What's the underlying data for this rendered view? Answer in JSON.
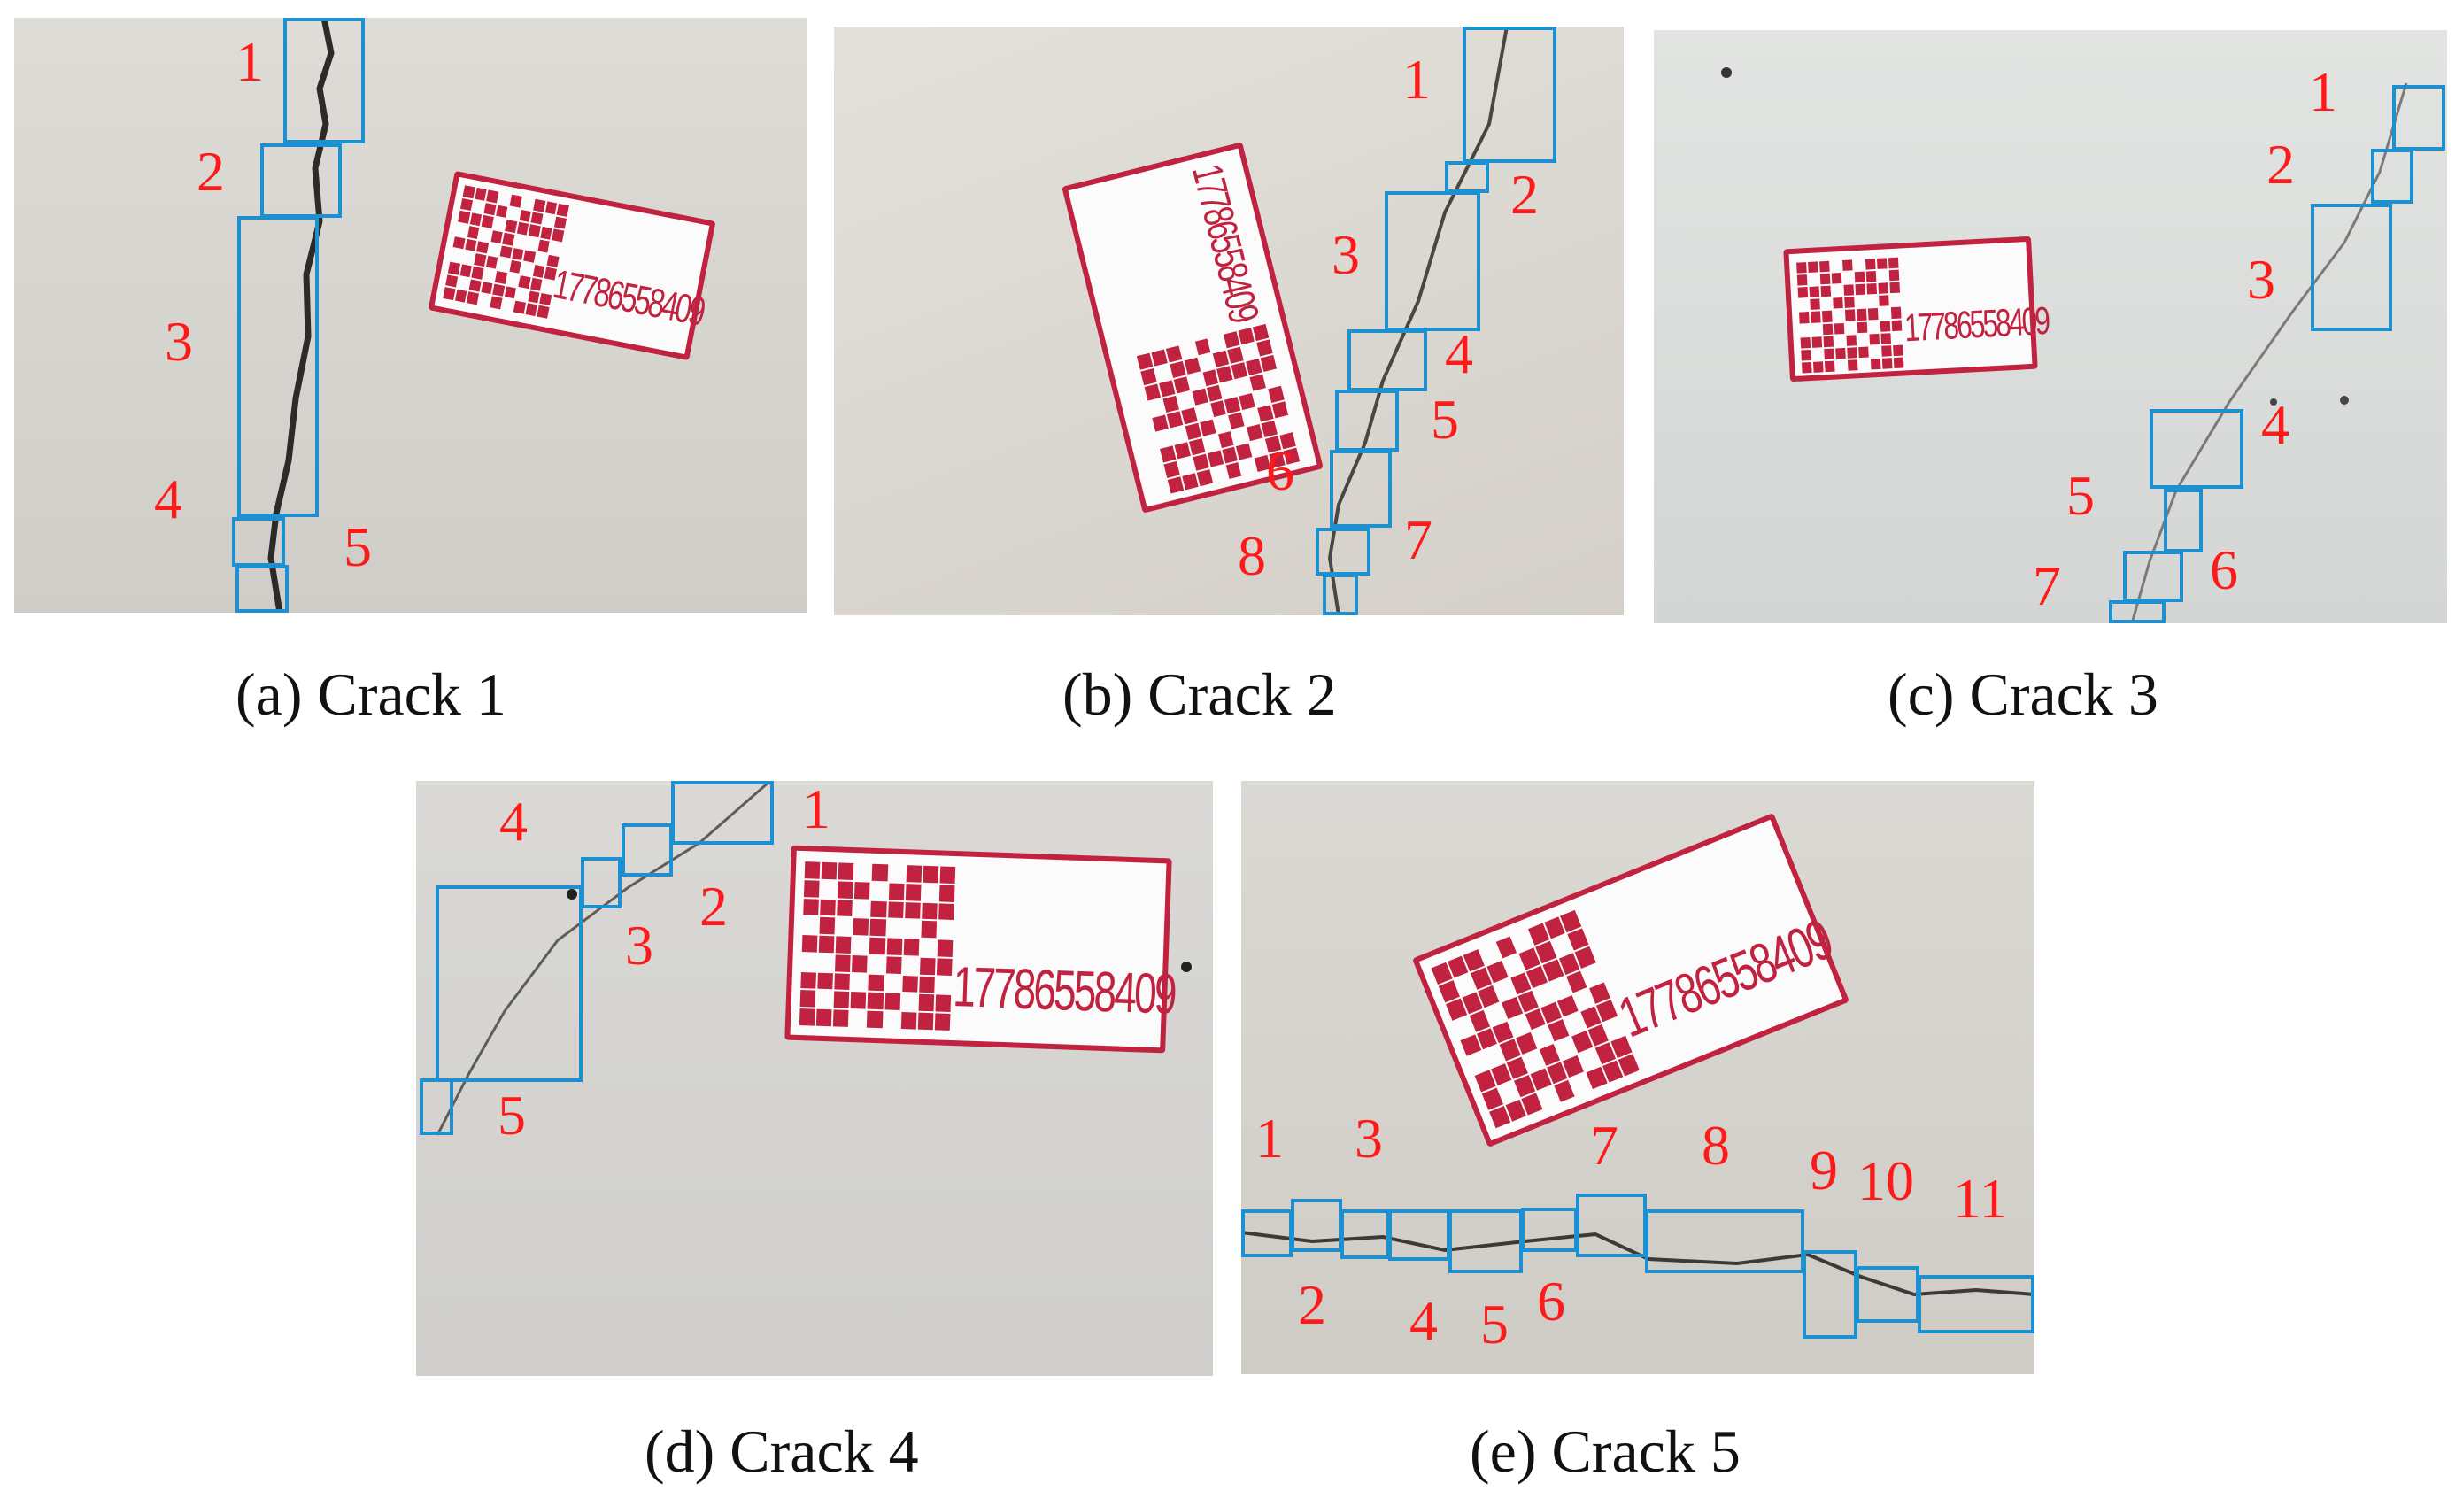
{
  "label_number": "17786558409",
  "colors": {
    "box": "#1e90d0",
    "number": "#ff1a1a",
    "label": "#c0223f",
    "wall": "#d9d6cf"
  },
  "panels": [
    {
      "caption": "(a) Crack 1",
      "numbers": [
        "1",
        "2",
        "3",
        "4",
        "5"
      ]
    },
    {
      "caption": "(b) Crack 2",
      "numbers": [
        "1",
        "2",
        "3",
        "4",
        "5",
        "6",
        "7",
        "8"
      ]
    },
    {
      "caption": "(c) Crack 3",
      "numbers": [
        "1",
        "2",
        "3",
        "4",
        "5",
        "6",
        "7"
      ]
    },
    {
      "caption": "(d) Crack 4",
      "numbers": [
        "1",
        "2",
        "3",
        "4",
        "5"
      ]
    },
    {
      "caption": "(e) Crack 5",
      "numbers": [
        "1",
        "2",
        "3",
        "4",
        "5",
        "6",
        "7",
        "8",
        "9",
        "10",
        "11"
      ]
    }
  ]
}
